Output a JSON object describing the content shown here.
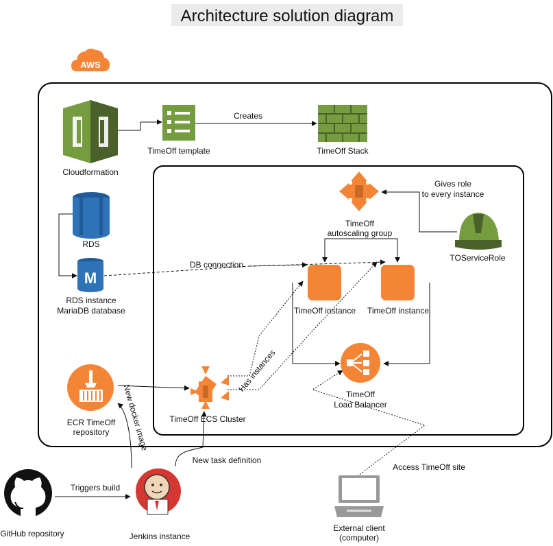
{
  "diagram": {
    "title": "Architecture solution diagram",
    "cloud_badge": "AWS",
    "nodes": {
      "cloudformation": {
        "label": "Cloudformation",
        "icon": "cloudformation-icon"
      },
      "template": {
        "label": "TimeOff template",
        "icon": "template-icon"
      },
      "stack": {
        "label": "TimeOff Stack",
        "icon": "stack-icon"
      },
      "rds": {
        "label": "RDS",
        "icon": "rds-icon"
      },
      "rds_instance": {
        "label_line1": "RDS instance",
        "label_line2": "MariaDB database",
        "icon": "mariadb-icon"
      },
      "autoscaling": {
        "label_line1": "TimeOff",
        "label_line2": "autoscaling group",
        "icon": "autoscaling-icon"
      },
      "role": {
        "label": "TOServiceRole",
        "icon": "hardhat-icon"
      },
      "instance1": {
        "label": "TimeOff instance",
        "icon": "ec2-instance-icon"
      },
      "instance2": {
        "label": "TimeOff instance",
        "icon": "ec2-instance-icon"
      },
      "lb": {
        "label_line1": "TimeOff",
        "label_line2": "Load Balancer",
        "icon": "load-balancer-icon"
      },
      "ecr": {
        "label_line1": "ECR TimeOff",
        "label_line2": "repository",
        "icon": "ecr-icon"
      },
      "ecs": {
        "label": "TimeOff ECS Cluster",
        "icon": "ecs-icon"
      },
      "github": {
        "label": "GitHub repository",
        "icon": "github-icon"
      },
      "jenkins": {
        "label": "Jenkins instance",
        "icon": "jenkins-icon"
      },
      "client": {
        "label_line1": "External client",
        "label_line2": "(computer)",
        "icon": "laptop-icon"
      }
    },
    "edges": {
      "creates": "Creates",
      "gives_role_line1": "Gives role",
      "gives_role_line2": "to every instance",
      "db_connection": "DB connection",
      "has_instances": "Has instances",
      "new_docker_image": "New docker image",
      "new_task_definition": "New task definition",
      "triggers_build": "Triggers build",
      "access_site": "Access TimeOff site"
    },
    "colors": {
      "orange": "#F58536",
      "green": "#759C3E",
      "green_dark": "#4B612C",
      "blue": "#2E73B8",
      "blue_dark": "#205B98",
      "title_bg": "#EBEBEB"
    }
  }
}
